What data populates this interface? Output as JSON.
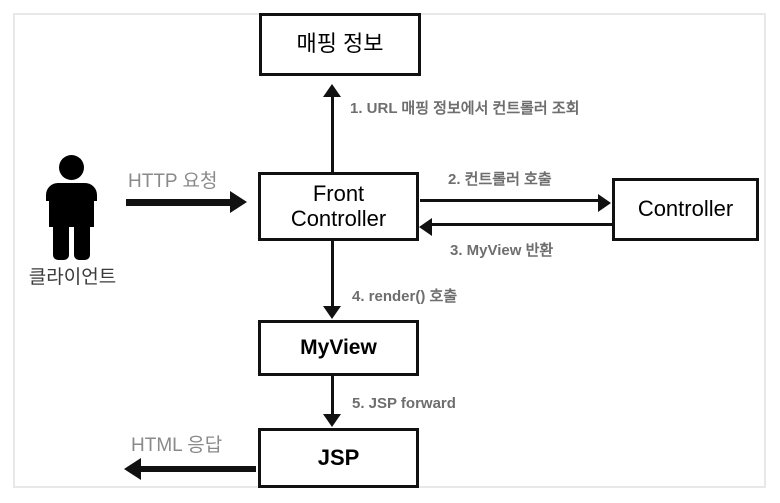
{
  "diagram": {
    "title": "Front Controller Pattern Flow",
    "frame_color": "#e8e8e8",
    "stroke_color": "#111111",
    "label_color": "#6e6e6e",
    "light_label_color": "#8a8a8a",
    "nodes": {
      "mapping": {
        "label": "매핑 정보"
      },
      "front_controller": {
        "label": "Front\nController"
      },
      "controller": {
        "label": "Controller"
      },
      "myview": {
        "label": "MyView"
      },
      "jsp": {
        "label": "JSP"
      }
    },
    "actor": {
      "icon": "person-icon",
      "caption": "클라이언트"
    },
    "edges": {
      "http_request": "HTTP 요청",
      "step1": "1. URL 매핑 정보에서 컨트롤러 조회",
      "step2": "2. 컨트롤러 호출",
      "step3": "3. MyView 반환",
      "step4": "4. render() 호출",
      "step5": "5. JSP forward",
      "html_response": "HTML 응답"
    }
  }
}
